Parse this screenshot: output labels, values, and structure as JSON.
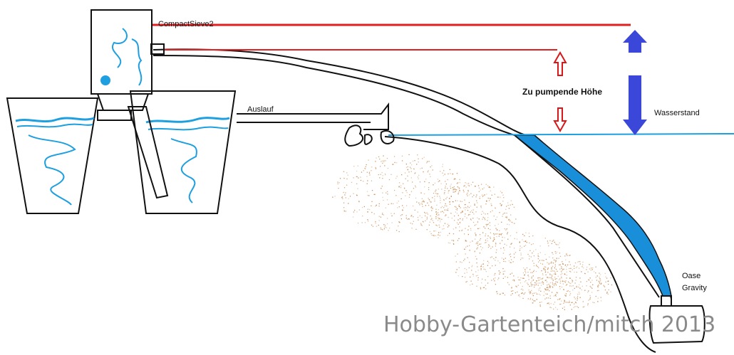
{
  "labels": {
    "sieve": "CompactSieve2",
    "outlet": "Auslauf",
    "pump_height": "Zu pumpende Höhe",
    "water_level": "Wasserstand",
    "pump_line1": "Oase",
    "pump_line2": "Gravity"
  },
  "watermark": "Hobby-Gartenteich/mitch 2013",
  "colors": {
    "water": "#1e9fe0",
    "water_fill": "#1a8fd9",
    "level_line_red": "#e02020",
    "arrow_outline_red": "#d81818",
    "arrow_blue": "#3a47d8",
    "outline": "#111111",
    "gravel": "#c07a3a",
    "watermark": "#8a8a8a"
  }
}
